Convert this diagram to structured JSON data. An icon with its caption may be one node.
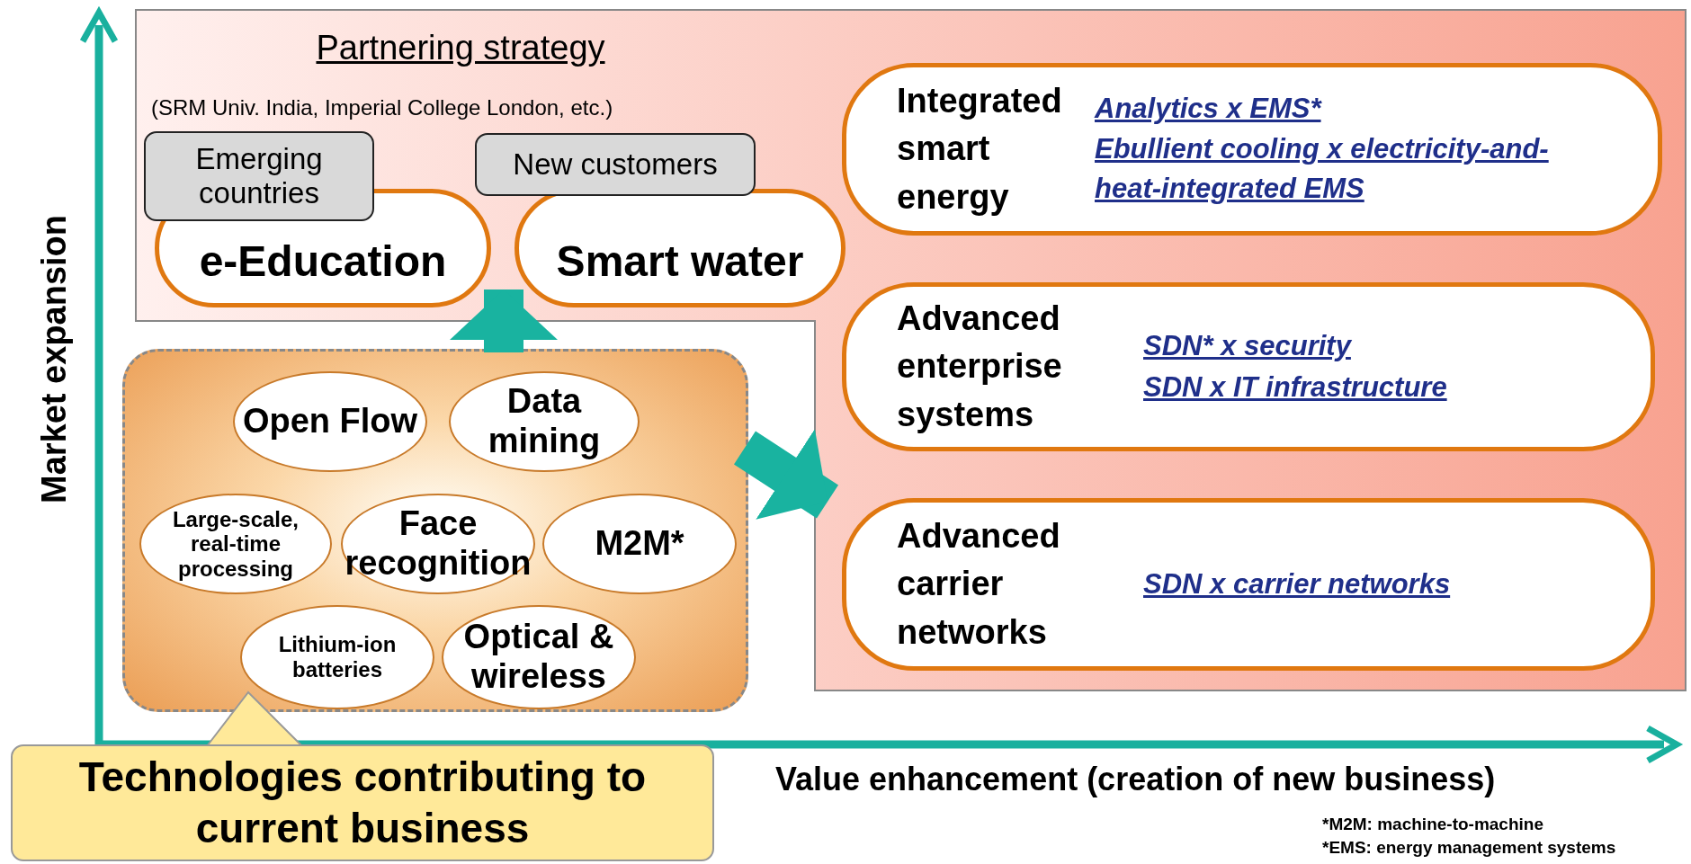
{
  "diagram": {
    "nodes": [
      {
        "text": [
          "Partnering strategy",
          "(SRM Univ. India, Imperial College London, etc.)"
        ]
      },
      {
        "text": [
          "e-Education"
        ],
        "in": 0
      },
      {
        "text": [
          "Emerging countries"
        ],
        "in": 0
      },
      {
        "text": [
          "Smart water"
        ],
        "in": 0
      },
      {
        "text": [
          "New customers"
        ],
        "in": 0
      },
      {
        "text": [
          "Integrated smart energy",
          "Analytics x EMS*",
          "Ebullient cooling x electricity-and-heat-integrated EMS"
        ],
        "in": 0
      },
      {
        "text": [
          "Advanced enterprise systems",
          "SDN* x security",
          "SDN x IT infrastructure"
        ],
        "in": 0
      },
      {
        "text": [
          "Advanced carrier networks",
          "SDN x carrier networks"
        ],
        "in": 0
      },
      {
        "text": [],
        "shape": "box"
      },
      {
        "text": [
          "Open Flow"
        ],
        "in": 8
      },
      {
        "text": [
          "Data mining"
        ],
        "in": 8
      },
      {
        "text": [
          "Large-scale, real-time processing"
        ],
        "in": 8
      },
      {
        "text": [
          "Face recognition"
        ],
        "in": 8
      },
      {
        "text": [
          "M2M*"
        ],
        "in": 8
      },
      {
        "text": [
          "Lithium-ion batteries"
        ],
        "in": 8
      },
      {
        "text": [
          "Optical & wireless"
        ],
        "in": 8
      },
      {
        "text": [
          "Technologies contributing to current business"
        ]
      }
    ],
    "edges": [
      {
        "from": 8,
        "to": 0,
        "arrow": "to"
      },
      {
        "from": 8,
        "to": 0,
        "arrow": "to"
      },
      {
        "from": 16,
        "to": 8,
        "arrow": "to",
        "color": "#999999"
      }
    ],
    "labels": [
      "Market expansion",
      "Value enhancement (creation of new business)",
      "*M2M: machine-to-machine",
      "*EMS: energy management systems"
    ]
  }
}
